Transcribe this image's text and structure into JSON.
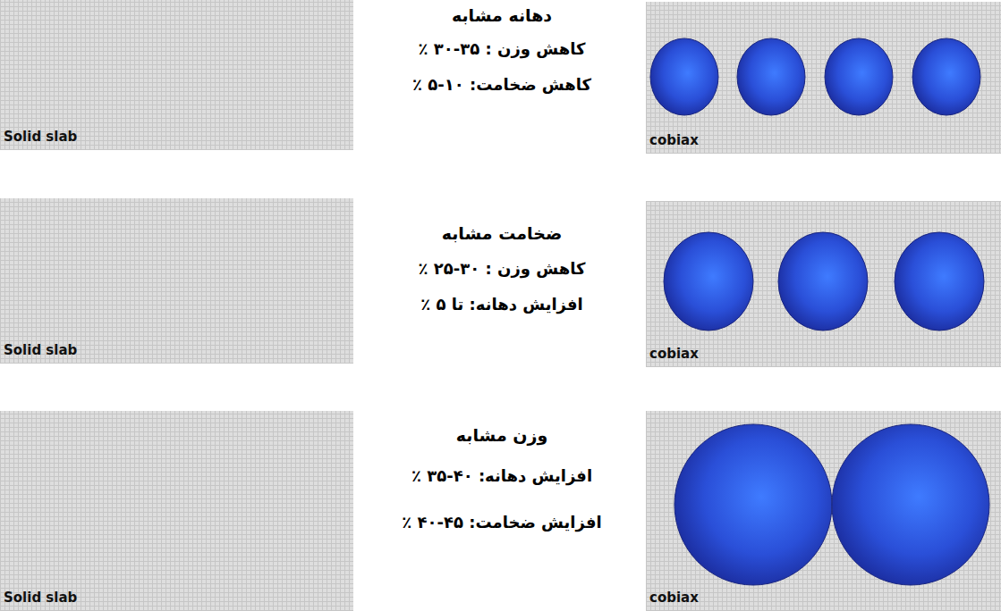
{
  "diagram": {
    "nodes": [
      {
        "text": [
          "Solid slab"
        ]
      },
      {
        "text": [
          "cobiax"
        ]
      },
      {
        "text": [
          "Solid slab"
        ]
      },
      {
        "text": [
          "cobiax"
        ]
      },
      {
        "text": [
          "Solid slab"
        ]
      },
      {
        "text": [
          "cobiax"
        ]
      }
    ],
    "labels": [
      "دهانه مشابه",
      "کاهش وزن : ۳۵-۳۰ ٪",
      "کاهش ضخامت: ۱۰-۵ ٪",
      "ضخامت مشابه",
      "کاهش وزن : ۳۰-۲۵ ٪",
      "افزایش دهانه: تا ۵ ٪",
      "وزن مشابه",
      "افزایش دهانه: ۴۰-۳۵ ٪",
      "افزایش ضخامت: ۴۵-۴۰ ٪"
    ]
  }
}
